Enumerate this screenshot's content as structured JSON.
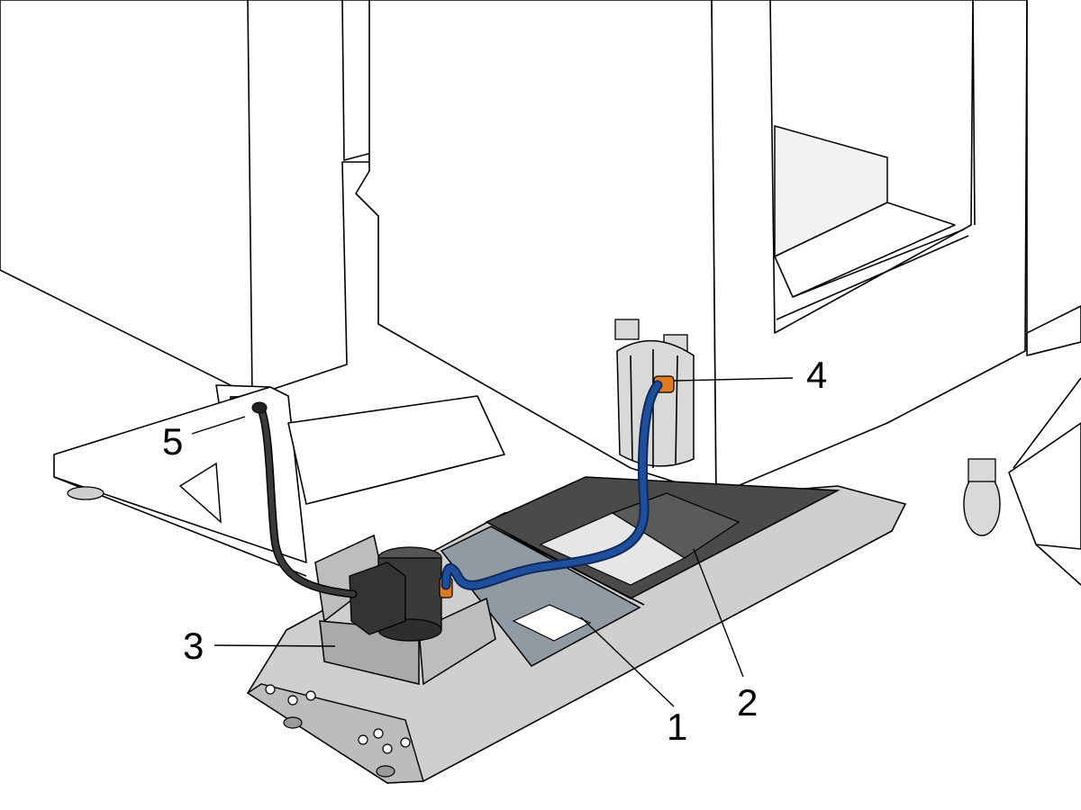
{
  "colors": {
    "outline": "#000000",
    "panel": "#ffffff",
    "tray": "#cfcfcf",
    "tray_shadow": "#a9a9a9",
    "dark_grate": "#4a4a4a",
    "filter_plate": "#8f9aa2",
    "motor": "#3a3a3a",
    "hose": "#1f4e9c",
    "fitting": "#e07a1f",
    "bracket": "#bdbdbd"
  },
  "callouts": [
    {
      "label": "1"
    },
    {
      "label": "2"
    },
    {
      "label": "3"
    },
    {
      "label": "4"
    },
    {
      "label": "5"
    }
  ]
}
